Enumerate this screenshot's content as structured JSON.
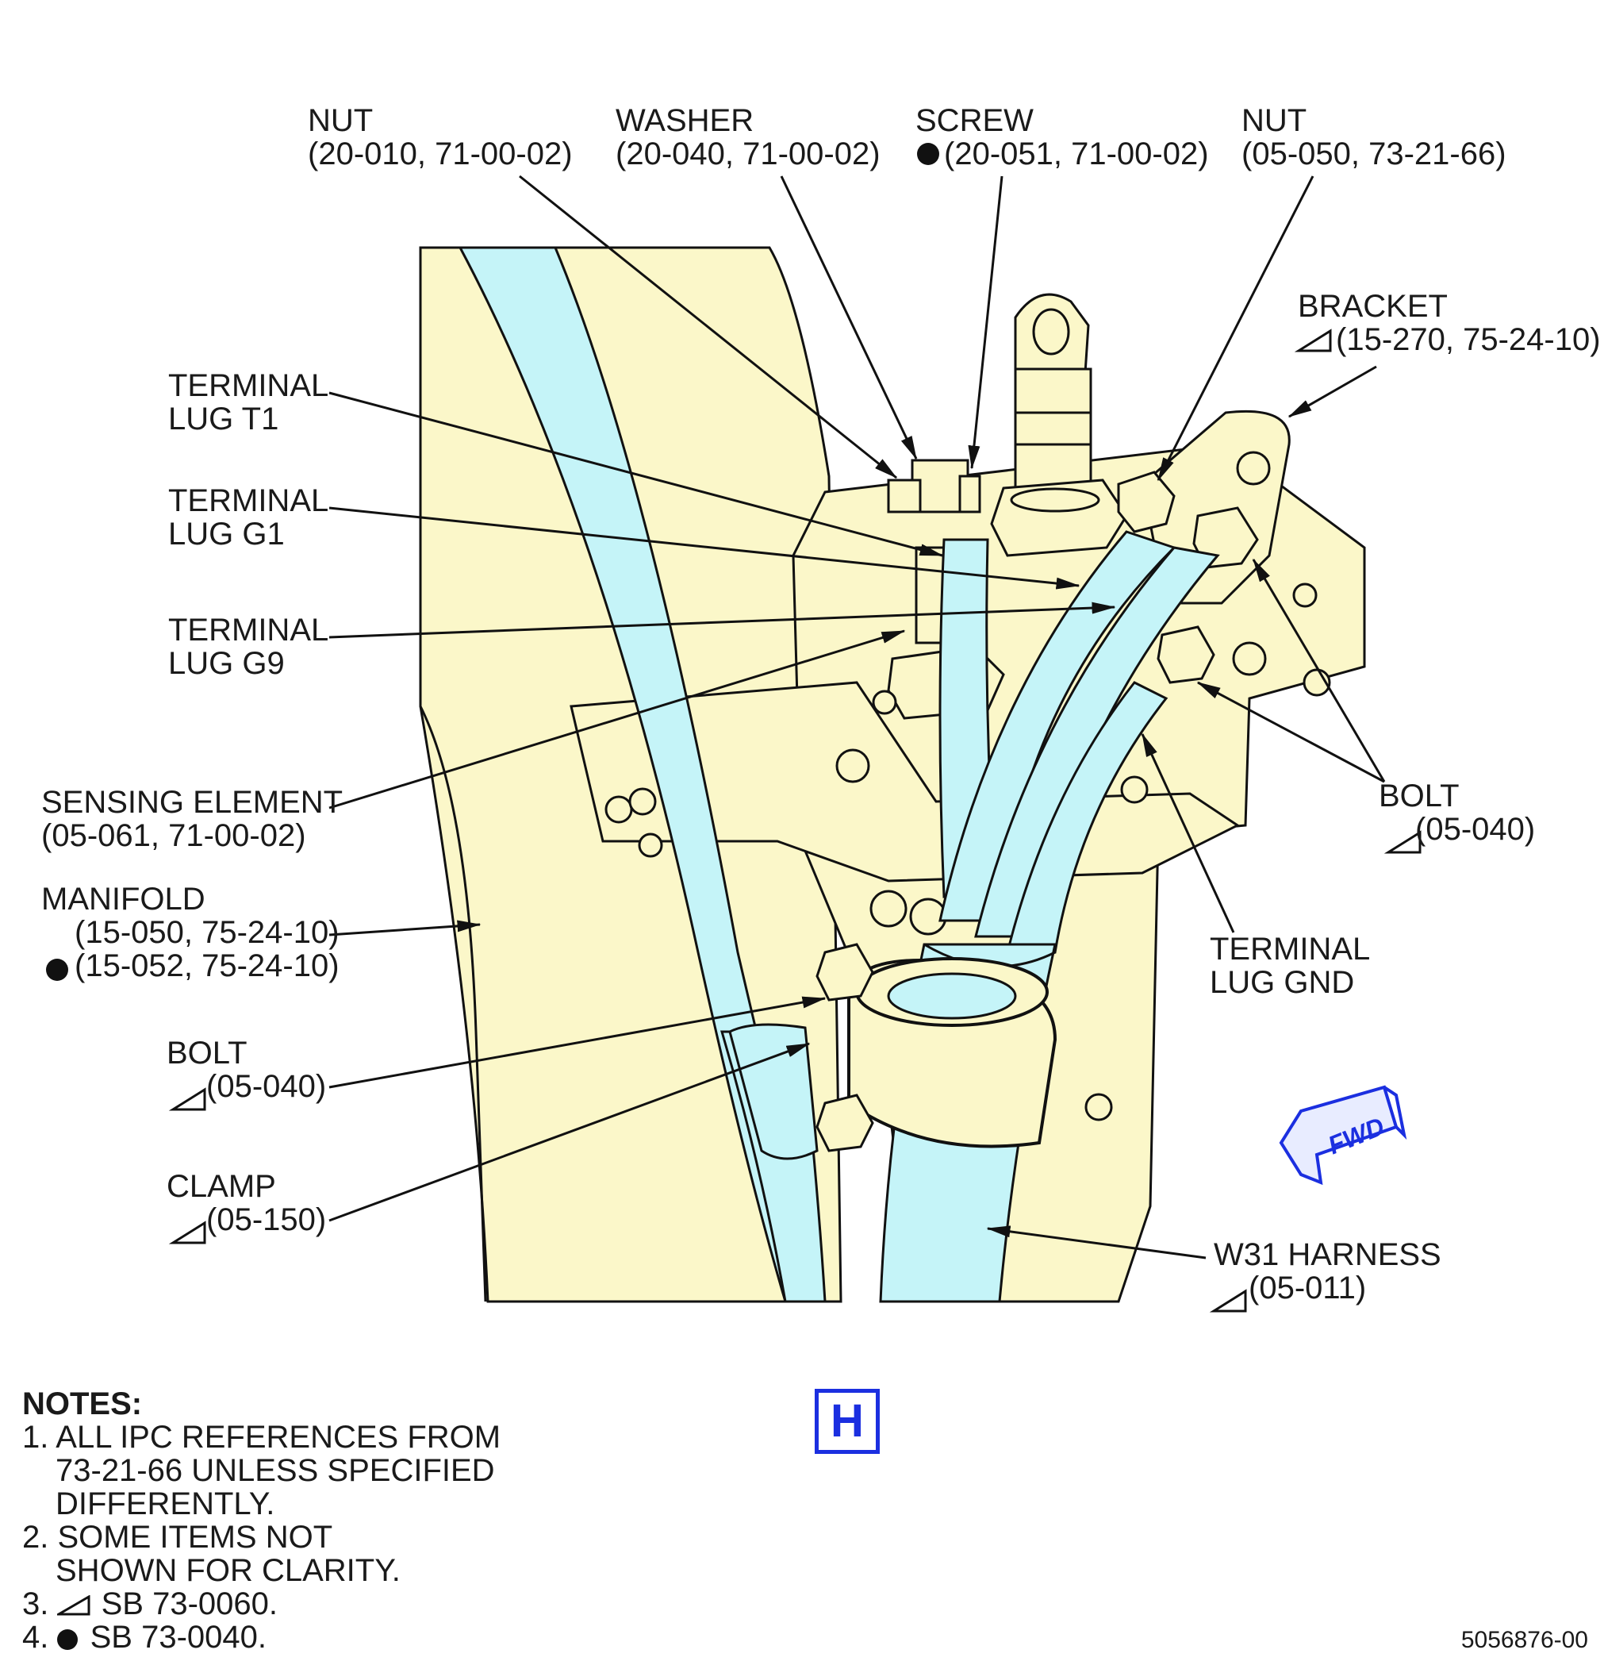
{
  "colors": {
    "body_fill": "#fbf7c9",
    "harness_fill": "#c5f4f8",
    "outline": "#111111",
    "view_blue": "#1b2fe0"
  },
  "callouts": {
    "nut_top_left": {
      "name": "NUT",
      "ref": "(20-010, 71-00-02)"
    },
    "washer": {
      "name": "WASHER",
      "ref": "(20-040, 71-00-02)"
    },
    "screw": {
      "name": "SCREW",
      "ref": "(20-051, 71-00-02)"
    },
    "nut_top_right": {
      "name": "NUT",
      "ref": "(05-050, 73-21-66)"
    },
    "bracket": {
      "name": "BRACKET",
      "ref": "(15-270, 75-24-10)"
    },
    "terminal_t1": {
      "line1": "TERMINAL",
      "line2": "LUG T1"
    },
    "terminal_g1": {
      "line1": "TERMINAL",
      "line2": "LUG G1"
    },
    "terminal_g9": {
      "line1": "TERMINAL",
      "line2": "LUG G9"
    },
    "sensing_element": {
      "name": "SENSING ELEMENT",
      "ref": "(05-061, 71-00-02)"
    },
    "manifold": {
      "name": "MANIFOLD",
      "ref1": "(15-050, 75-24-10)",
      "ref2": "(15-052, 75-24-10)"
    },
    "bolt_left": {
      "name": "BOLT",
      "ref": "(05-040)"
    },
    "clamp": {
      "name": "CLAMP",
      "ref": "(05-150)"
    },
    "bolt_right": {
      "name": "BOLT",
      "ref": "(05-040)"
    },
    "terminal_gnd": {
      "line1": "TERMINAL",
      "line2": "LUG GND"
    },
    "w31_harness": {
      "name": "W31 HARNESS",
      "ref": "(05-011)"
    }
  },
  "fwd_label": "FWD",
  "view_letter": "H",
  "notes": {
    "title": "NOTES:",
    "n1_l1": "1. ALL IPC REFERENCES FROM",
    "n1_l2": "73-21-66 UNLESS SPECIFIED",
    "n1_l3": "DIFFERENTLY.",
    "n2_l1": "2. SOME ITEMS NOT",
    "n2_l2": "SHOWN FOR CLARITY.",
    "n3_num": "3.",
    "n3_text": "SB 73-0060.",
    "n4_num": "4.",
    "n4_text": "SB 73-0040."
  },
  "figure_number": "5056876-00"
}
